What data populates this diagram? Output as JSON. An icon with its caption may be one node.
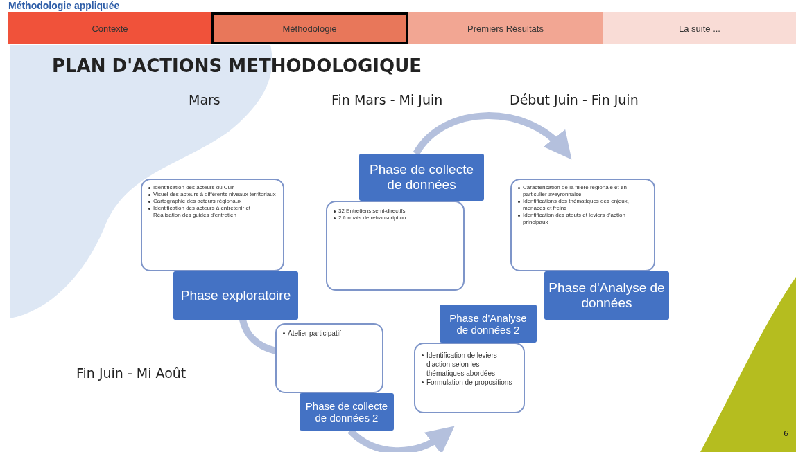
{
  "diagram": {
    "title": "Méthodologie appliquée",
    "nodes": [
      {
        "text": [
          "Phase exploratoire"
        ]
      },
      {
        "text": [
          "Identification des acteurs du Cuir",
          "Visuel des acteurs à différents niveaux territoriaux",
          "Cartographie des acteurs régionaux",
          "Identification des acteurs à entretenir et Réalisation des guides d'entretien"
        ]
      },
      {
        "text": [
          "Phase de collecte de données"
        ]
      },
      {
        "text": [
          "32 Entretiens semi-directifs",
          "2 formats de retranscription"
        ]
      },
      {
        "text": [
          "Phase d'Analyse de données"
        ]
      },
      {
        "text": [
          "Caractérisation de la filière régionale et en particulier aveyronnaise",
          "Identifications des thématiques des enjeux, menaces et freins",
          "Identification des atouts et leviers d'action principaux"
        ]
      },
      {
        "text": [
          "Atelier participatif"
        ]
      },
      {
        "text": [
          "Phase de collecte de données 2"
        ]
      },
      {
        "text": [
          "Phase d'Analyse de données 2"
        ]
      },
      {
        "text": [
          "Identification de leviers d'action selon les thématiques abordées",
          "Formulation de propositions"
        ]
      }
    ],
    "edges": [
      {
        "from": 2,
        "to": 5,
        "arrow": "to"
      },
      {
        "from": 0,
        "to": 6,
        "arrow": "none"
      },
      {
        "from": 7,
        "to": 9,
        "arrow": "to"
      }
    ],
    "labels": [
      "Contexte",
      "Méthodologie",
      "Premiers Résultats",
      "La suite ...",
      "PLAN D'ACTIONS METHODOLOGIQUE",
      "Mars",
      "Fin Mars - Mi Juin",
      "Début Juin - Fin Juin",
      "Fin Juin - Mi Août",
      "6"
    ]
  }
}
